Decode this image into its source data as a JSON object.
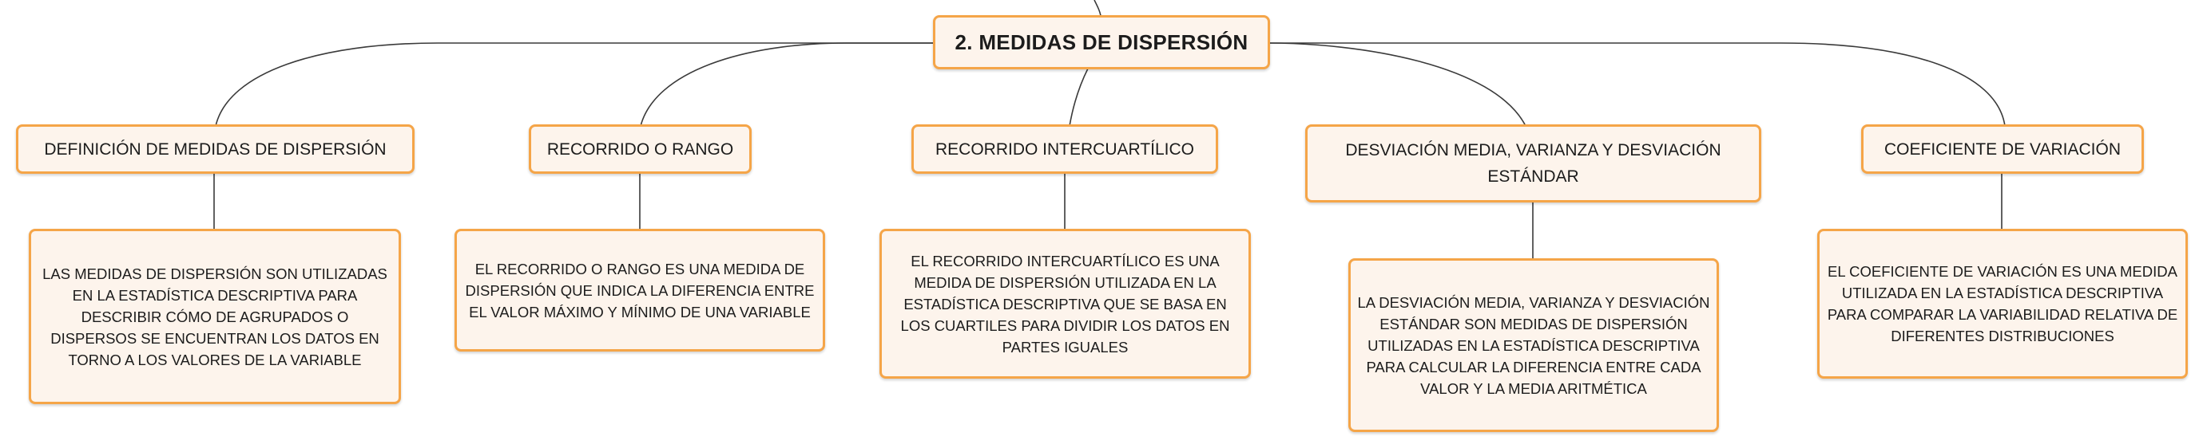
{
  "root": {
    "label": "2. MEDIDAS DE DISPERSIÓN"
  },
  "topics": [
    {
      "label": "DEFINICIÓN DE MEDIDAS DE DISPERSIÓN",
      "detail": "LAS MEDIDAS DE DISPERSIÓN SON UTILIZADAS EN LA ESTADÍSTICA DESCRIPTIVA PARA DESCRIBIR CÓMO DE AGRUPADOS O DISPERSOS SE ENCUENTRAN LOS DATOS EN TORNO A LOS VALORES DE LA VARIABLE"
    },
    {
      "label": "RECORRIDO O RANGO",
      "detail": "EL RECORRIDO O RANGO ES UNA MEDIDA DE DISPERSIÓN QUE INDICA LA DIFERENCIA ENTRE EL VALOR MÁXIMO Y MÍNIMO DE UNA VARIABLE"
    },
    {
      "label": "RECORRIDO INTERCUARTÍLICO",
      "detail": "EL RECORRIDO INTERCUARTÍLICO ES UNA MEDIDA DE DISPERSIÓN UTILIZADA EN LA ESTADÍSTICA DESCRIPTIVA QUE SE BASA EN LOS CUARTILES PARA DIVIDIR LOS DATOS EN PARTES IGUALES"
    },
    {
      "label": "DESVIACIÓN MEDIA, VARIANZA Y DESVIACIÓN ESTÁNDAR",
      "detail": "LA DESVIACIÓN MEDIA, VARIANZA Y DESVIACIÓN ESTÁNDAR SON MEDIDAS DE DISPERSIÓN UTILIZADAS EN LA ESTADÍSTICA DESCRIPTIVA PARA CALCULAR LA DIFERENCIA ENTRE CADA VALOR Y LA MEDIA ARITMÉTICA"
    },
    {
      "label": "COEFICIENTE DE VARIACIÓN",
      "detail": "EL COEFICIENTE DE VARIACIÓN ES UNA MEDIDA UTILIZADA EN LA ESTADÍSTICA DESCRIPTIVA PARA COMPARAR LA VARIABILIDAD RELATIVA DE DIFERENTES DISTRIBUCIONES"
    }
  ],
  "colors": {
    "node_border": "#f5a548",
    "node_fill": "#fdf4ec",
    "connector": "#3a3a3a",
    "text": "#1c1c1c"
  }
}
